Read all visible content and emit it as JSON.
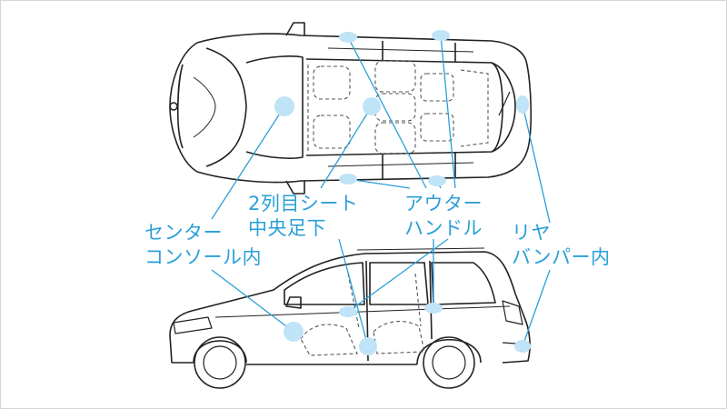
{
  "colors": {
    "accent": "#2a9fd8",
    "dot": "#bfe3f7",
    "outline": "#222222",
    "interior_dashed": "#555555"
  },
  "labels": {
    "center_console": {
      "line1": "センター",
      "line2": "コンソール内"
    },
    "second_row_seat": {
      "line1": "2列目シート",
      "line2": "中央足下"
    },
    "outer_handle": {
      "line1": "アウター",
      "line2": "ハンドル"
    },
    "rear_bumper": {
      "line1": "リヤ",
      "line2": "バンパー内"
    }
  }
}
